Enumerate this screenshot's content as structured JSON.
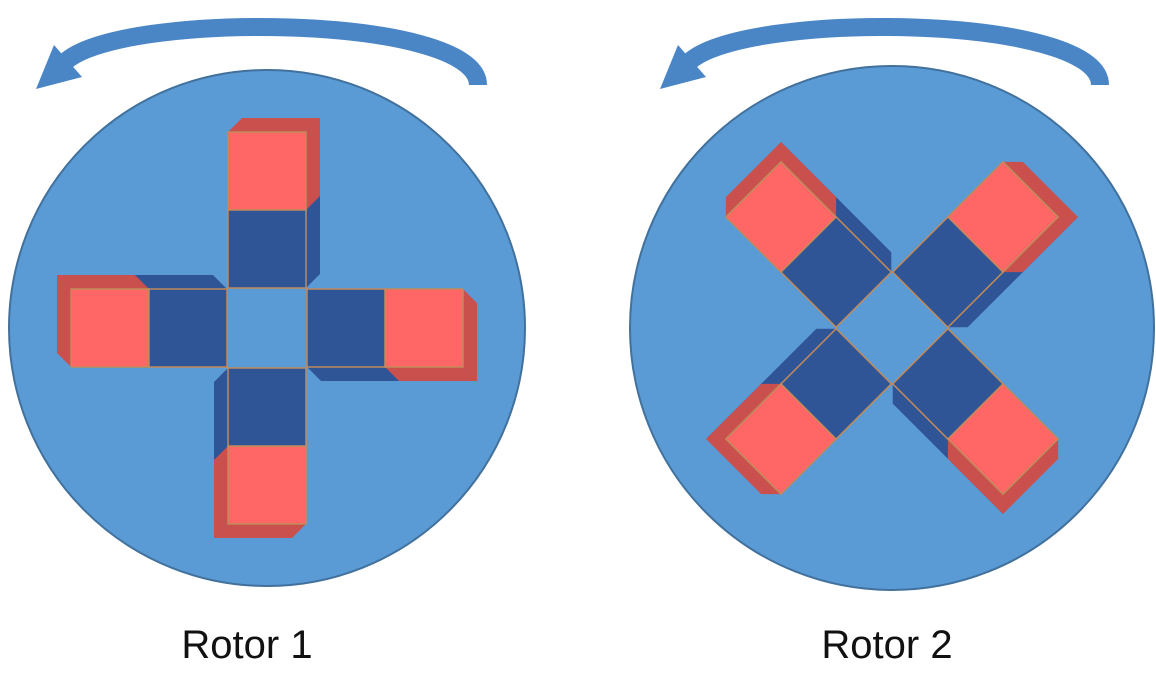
{
  "colors": {
    "background": "#ffffff",
    "disc": "#5b9bd5",
    "disc_edge": "#41719c",
    "arrow": "#4a86c6",
    "magnet_red": "#ff6666",
    "magnet_red_shade": "#c9504d",
    "magnet_blue": "#2f5597",
    "magnet_blue_light": "#4472c4",
    "magnet_edge": "#c08a5a",
    "shadow": "#000000"
  },
  "rotors": [
    {
      "label": "Rotor 1",
      "rotation_arrow": "counterclockwise",
      "magnets": [
        {
          "position": "top",
          "outer_pole": "red",
          "inner_pole": "blue"
        },
        {
          "position": "left",
          "outer_pole": "red",
          "inner_pole": "blue"
        },
        {
          "position": "right",
          "outer_pole": "red",
          "inner_pole": "blue"
        },
        {
          "position": "bottom",
          "outer_pole": "red",
          "inner_pole": "blue"
        }
      ]
    },
    {
      "label": "Rotor 2",
      "rotation_arrow": "counterclockwise",
      "magnets": [
        {
          "position": "top-left",
          "outer_pole": "red",
          "inner_pole": "blue"
        },
        {
          "position": "top-right",
          "outer_pole": "red",
          "inner_pole": "blue"
        },
        {
          "position": "bottom-left",
          "outer_pole": "red",
          "inner_pole": "blue"
        },
        {
          "position": "bottom-right",
          "outer_pole": "red",
          "inner_pole": "blue"
        }
      ]
    }
  ]
}
